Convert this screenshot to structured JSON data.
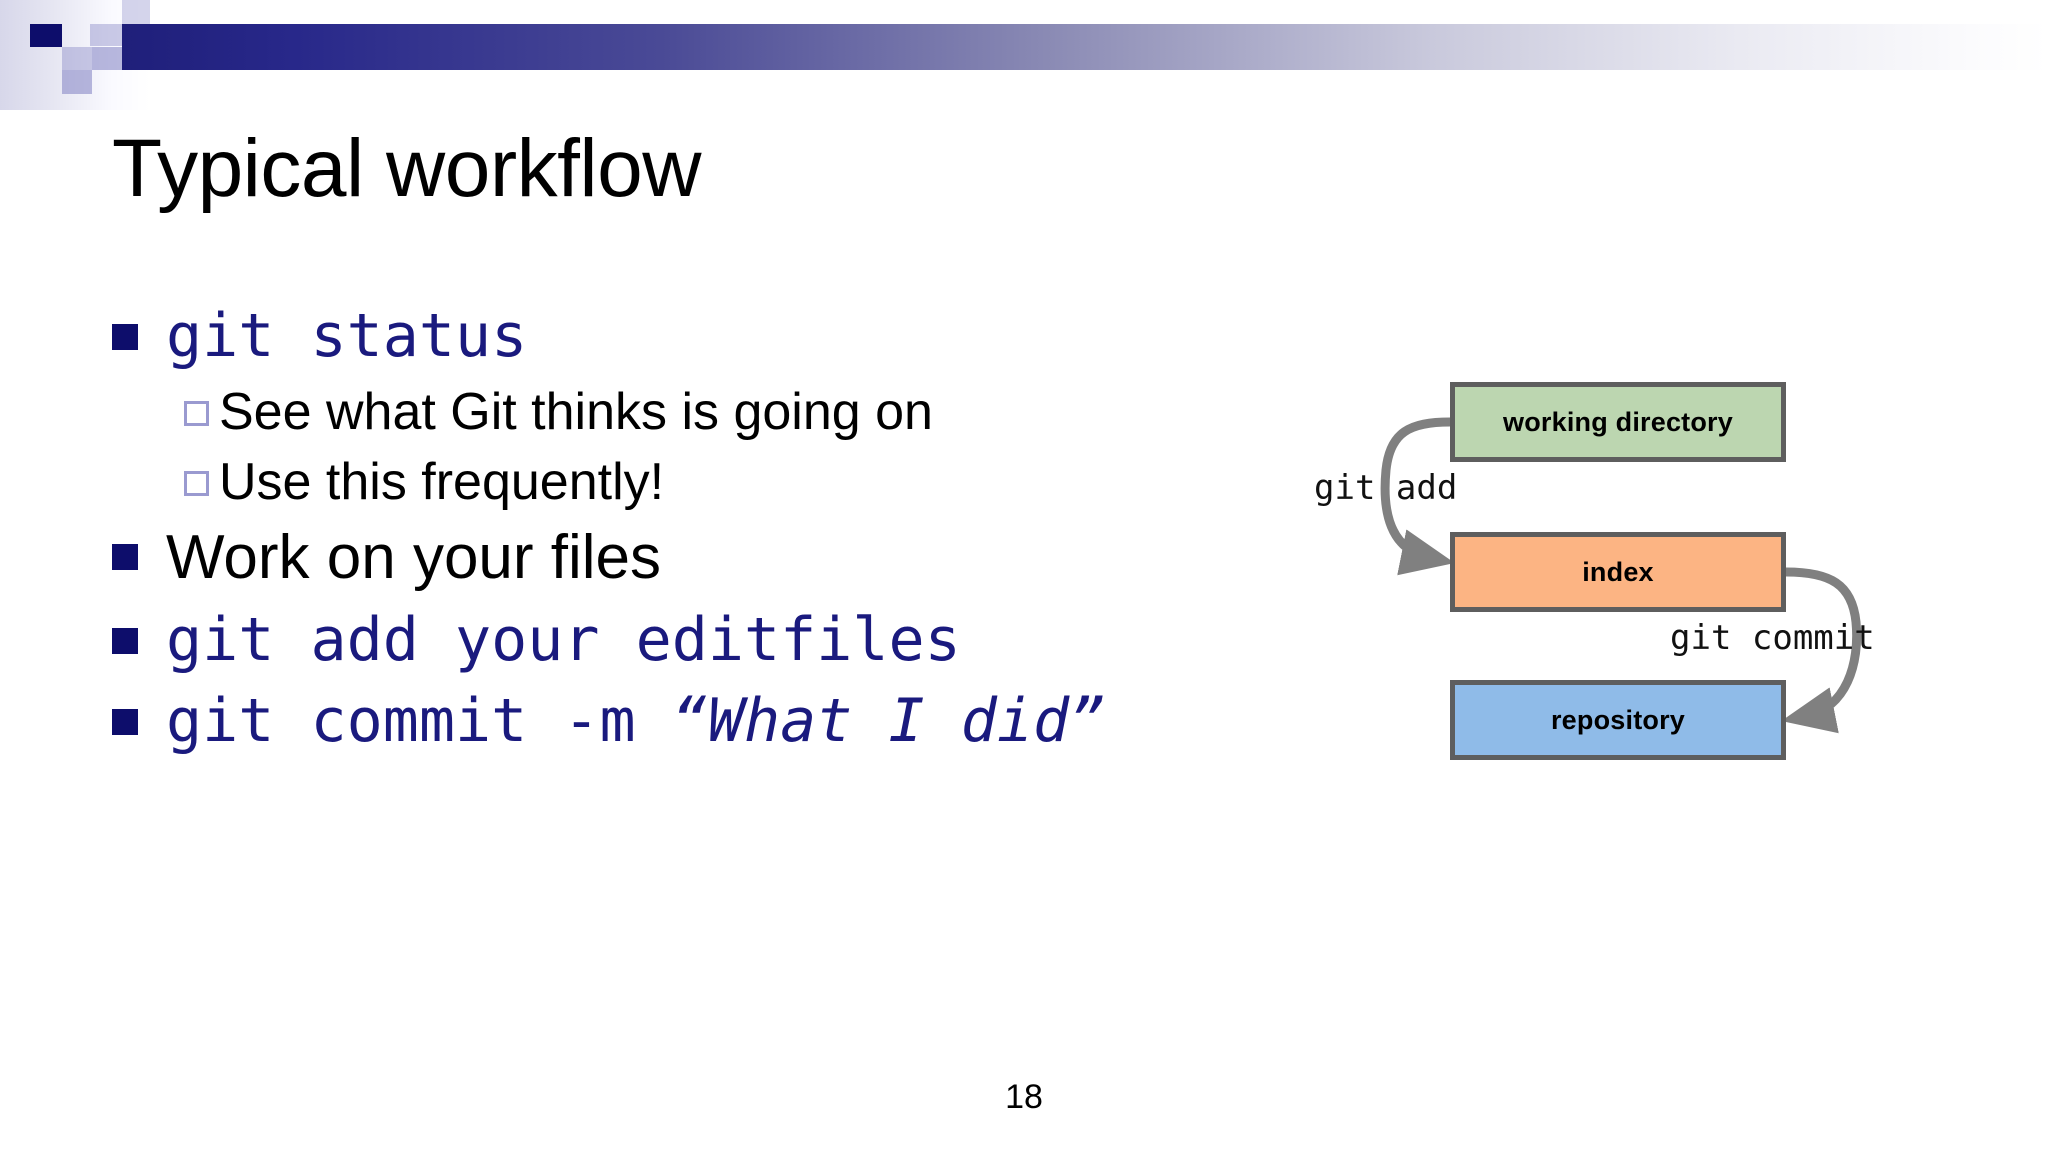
{
  "slide": {
    "title": "Typical workflow",
    "page_number": "18"
  },
  "theme": {
    "accent_navy": "#0d0d6b",
    "code_blue": "#1a1a7e",
    "sub_bullet_outline": "#9a9ad0",
    "band_gradient_start": "#1f1f7a",
    "band_gradient_end": "#ffffff"
  },
  "bullets": [
    {
      "level": 1,
      "marker": "filled-square",
      "style": "mono",
      "text": "git status"
    },
    {
      "level": 2,
      "marker": "hollow-square",
      "style": "sans",
      "text": "See what Git thinks is going on"
    },
    {
      "level": 2,
      "marker": "hollow-square",
      "style": "sans",
      "text": "Use this frequently!"
    },
    {
      "level": 1,
      "marker": "filled-square",
      "style": "sans",
      "text": "Work on your files"
    },
    {
      "level": 1,
      "marker": "filled-square",
      "style": "mono",
      "text": "git add your editfiles"
    },
    {
      "level": 1,
      "marker": "filled-square",
      "style": "mono-mixed",
      "text_plain": "git commit -m ",
      "text_italic": "“What I did”"
    }
  ],
  "diagram": {
    "boxes": [
      {
        "id": "working-directory",
        "label": "working directory",
        "fill": "#bcd6b0",
        "border": "#5e5e5e"
      },
      {
        "id": "index",
        "label": "index",
        "fill": "#fcb483",
        "border": "#5e5e5e"
      },
      {
        "id": "repository",
        "label": "repository",
        "fill": "#8fbbe8",
        "border": "#5e5e5e"
      }
    ],
    "arrows": [
      {
        "id": "git-add",
        "label": "git add",
        "from": "working-directory",
        "to": "index",
        "color": "#808080"
      },
      {
        "id": "git-commit",
        "label": "git commit",
        "from": "index",
        "to": "repository",
        "color": "#808080"
      }
    ]
  }
}
